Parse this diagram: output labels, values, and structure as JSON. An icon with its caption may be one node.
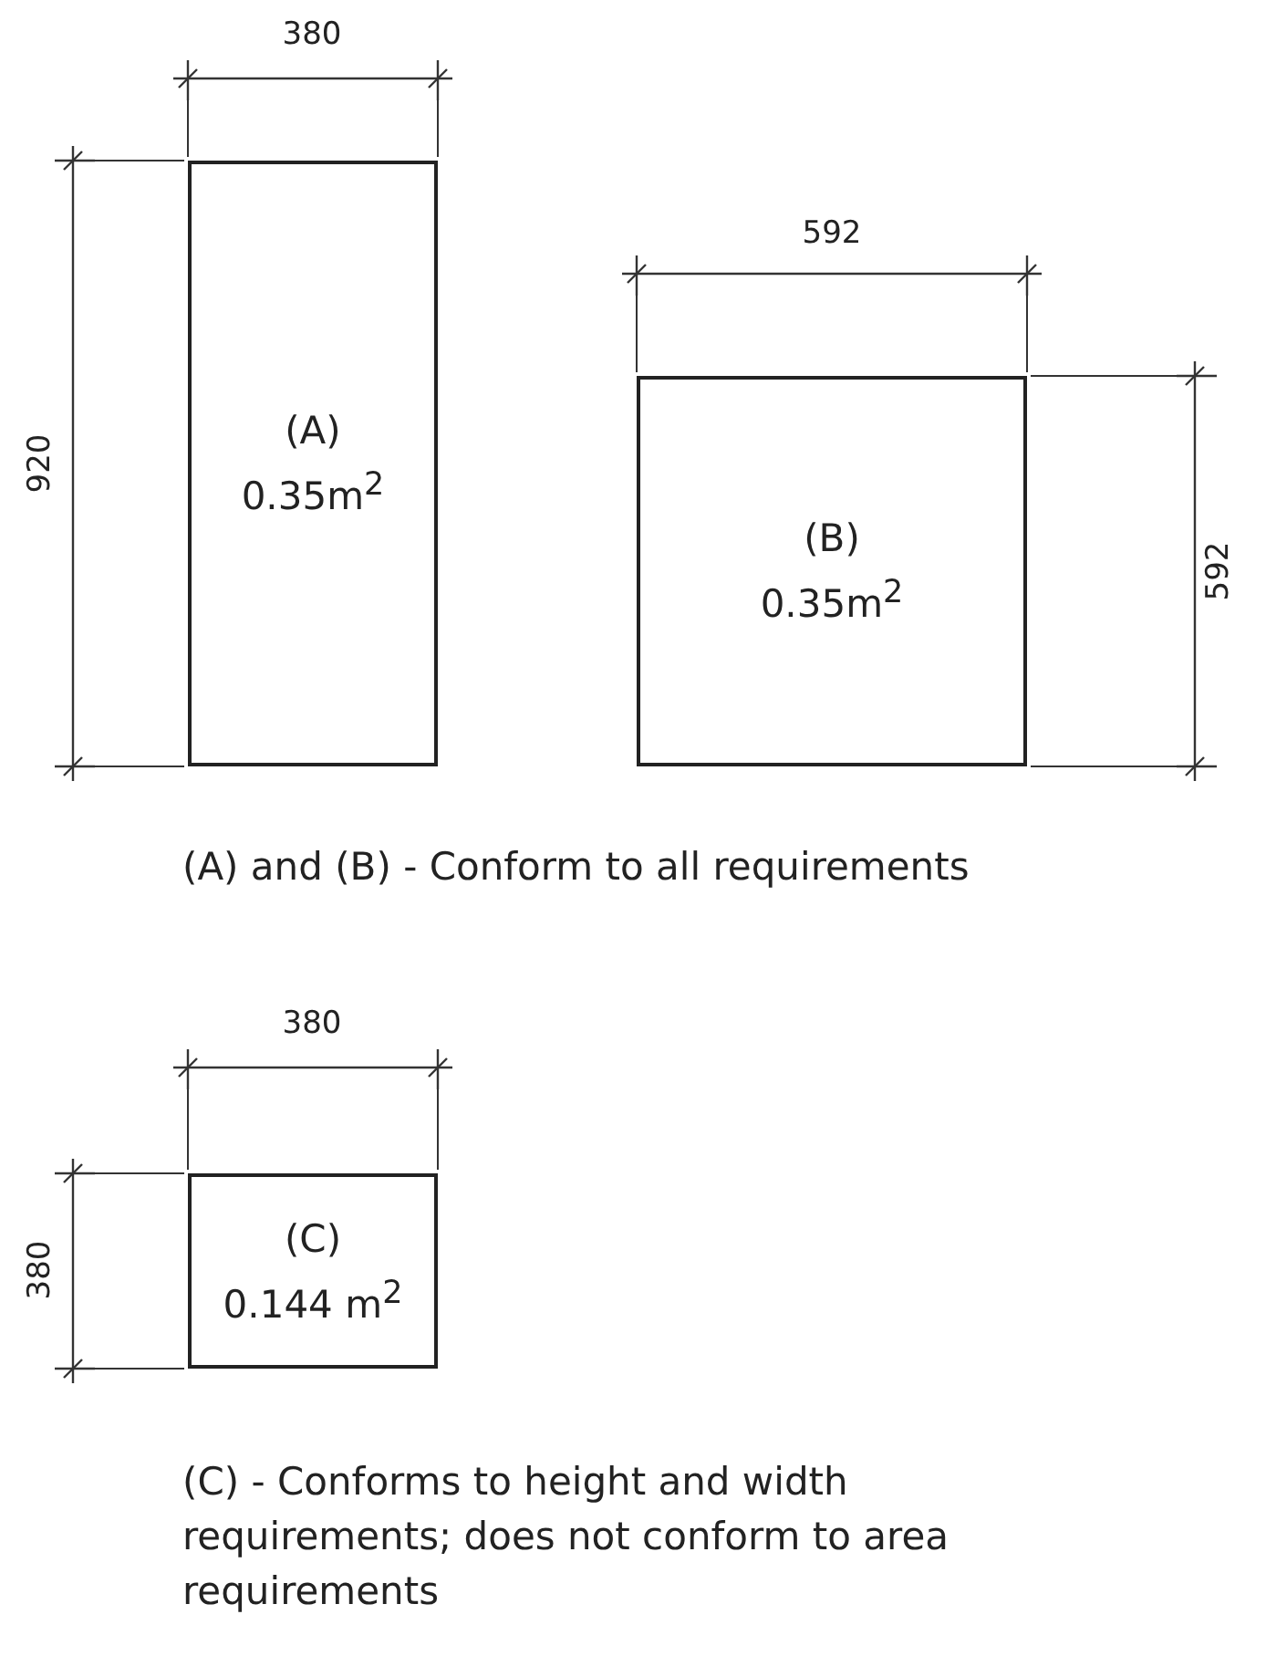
{
  "diagram": {
    "nodes": [
      {
        "text": [
          "(A)",
          "0.35m$^{2}$"
        ]
      },
      {
        "text": [
          "(B)",
          "0.35m$^{2}$"
        ]
      },
      {
        "text": [
          "(C)",
          "0.144 m$^{2}$"
        ]
      }
    ],
    "labels": [
      "380",
      "920",
      "592",
      "592",
      "(A) and (B) - Conform to all requirements",
      "380",
      "380",
      "(C) - Conforms to height and width requirements; does not conform to area requirements"
    ]
  }
}
